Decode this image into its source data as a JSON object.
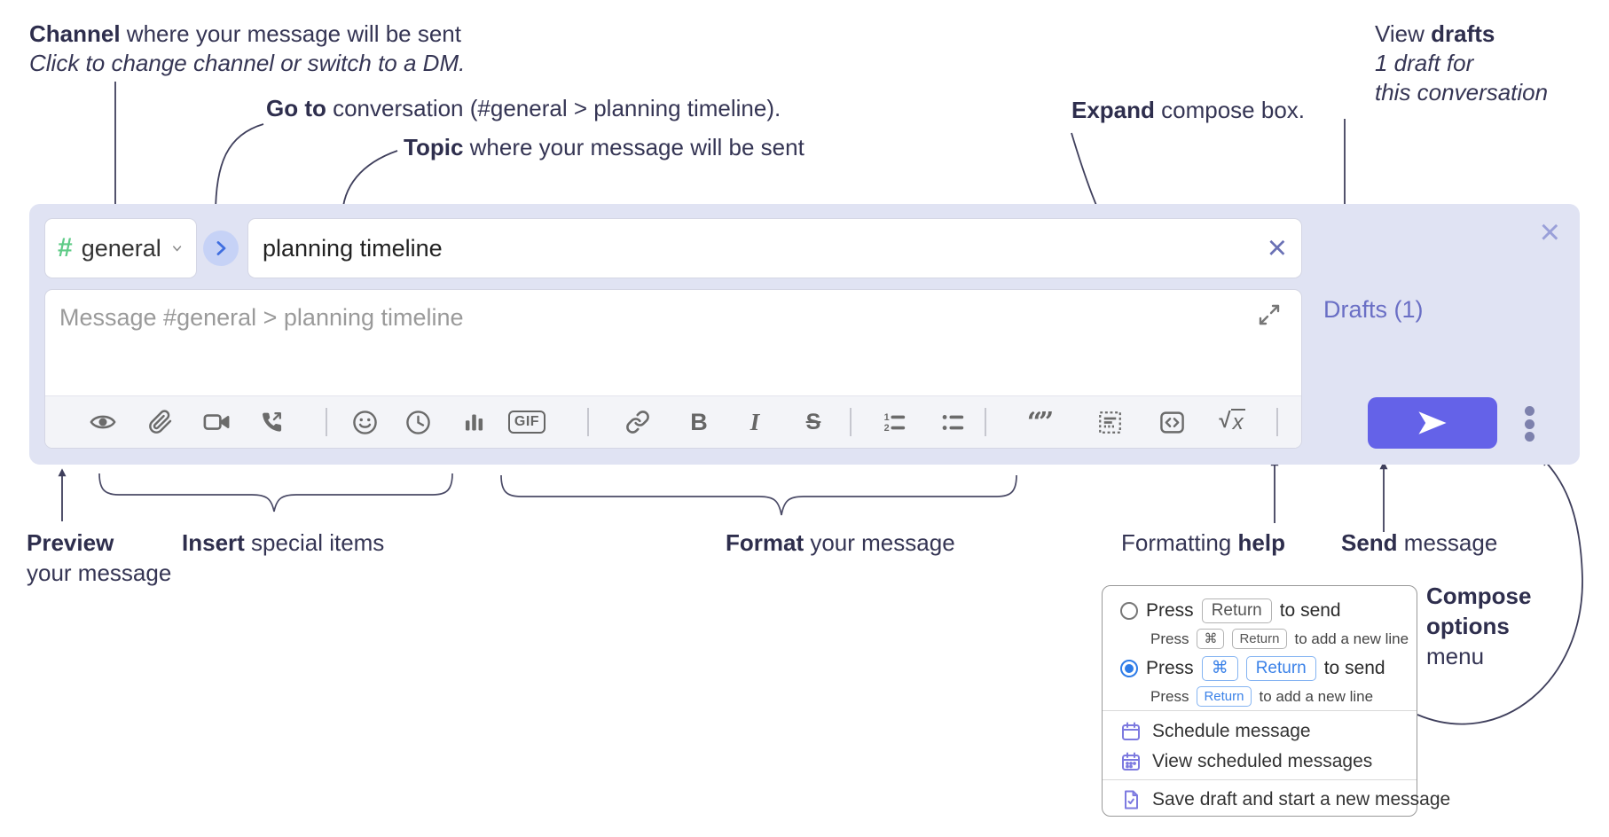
{
  "annotations": {
    "channel": {
      "bold": "Channel",
      "rest": " where your message will be sent",
      "line2": "Click to change channel or switch to a DM."
    },
    "goto": {
      "bold": "Go to",
      "rest": " conversation (#general > planning timeline)."
    },
    "topic": {
      "bold": "Topic",
      "rest": " where your message will be sent"
    },
    "expand": {
      "bold": "Expand",
      "rest": " compose box."
    },
    "view_drafts": {
      "pre": "View ",
      "bold": "drafts",
      "line2": "1 draft for",
      "line3": "this conversation"
    },
    "preview": {
      "bold": "Preview",
      "line2": "your message"
    },
    "insert": {
      "bold": "Insert",
      "rest": " special items"
    },
    "format": {
      "bold": "Format",
      "rest": " your message"
    },
    "formatting_help": {
      "pre": "Formatting ",
      "bold": "help"
    },
    "send": {
      "bold": "Send",
      "rest": " message"
    },
    "compose_options": {
      "line1": "Compose",
      "line2": "options",
      "line3": "menu"
    }
  },
  "compose": {
    "channel_hash": "#",
    "channel_name": "general",
    "topic_value": "planning timeline",
    "clear_x": "×",
    "close_x": "×",
    "message_placeholder": "Message #general > planning timeline",
    "drafts_label": "Drafts (1)"
  },
  "toolbar": {
    "gif_label": "GIF",
    "bold_label": "B",
    "italic_label": "I",
    "strike_label": "S",
    "quote_label": "“”",
    "math_sqrt": "√",
    "math_x": "x",
    "help_label": "?",
    "icons": [
      "preview",
      "attach-file",
      "start-video-call",
      "start-voice-call",
      "emoji",
      "global-time",
      "poll",
      "gif",
      "link",
      "bold",
      "italic",
      "strikethrough",
      "numbered-list",
      "bulleted-list",
      "quote",
      "spoiler",
      "code",
      "math",
      "message-formatting-help"
    ]
  },
  "popup": {
    "options": [
      {
        "selected": false,
        "prefix": "Press",
        "key1": "Return",
        "suffix": "to send",
        "sub_prefix": "Press",
        "sub_key1": "⌘",
        "sub_key2": "Return",
        "sub_suffix": "to add a new line"
      },
      {
        "selected": true,
        "prefix": "Press",
        "key1": "⌘",
        "key2": "Return",
        "suffix": "to send",
        "sub_prefix": "Press",
        "sub_key1": "Return",
        "sub_suffix": "to add a new line"
      }
    ],
    "items": [
      "Schedule message",
      "View scheduled messages",
      "Save draft and start a new message"
    ]
  },
  "colors": {
    "compose_bg": "#e0e3f3",
    "send_button": "#6462e8",
    "drafts_link": "#6a6fc5",
    "channel_hash": "#5fcb87",
    "goto_circle_bg": "#c6d2f6",
    "goto_chevron": "#3f6ee0",
    "selected_key_blue": "#3b82e8",
    "menu_icon_purple": "#7d7ae0",
    "annotation_text": "#353554",
    "toolbar_icon": "#6b6b6b"
  }
}
